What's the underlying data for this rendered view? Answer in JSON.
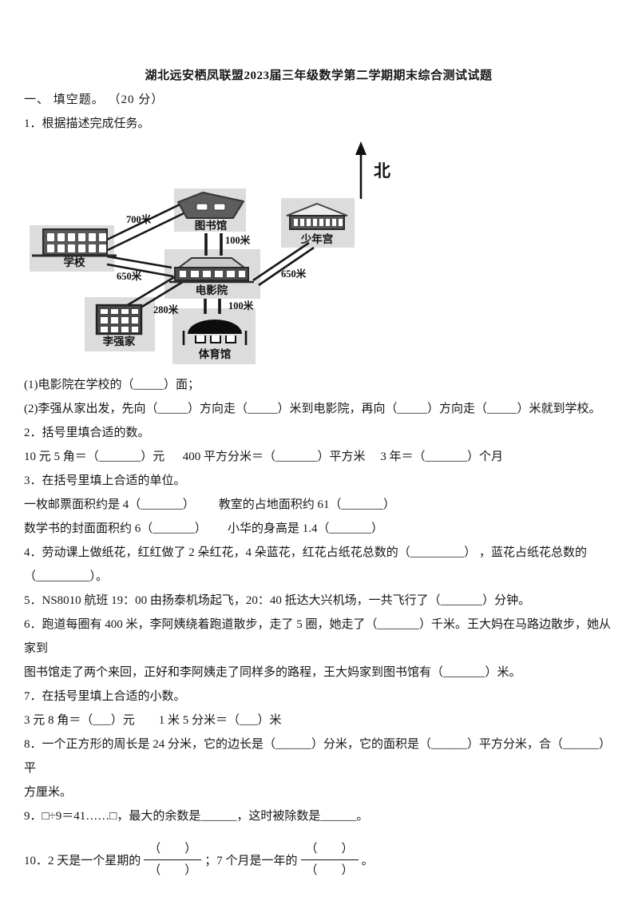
{
  "title": "湖北远安栖凤联盟2023届三年级数学第二学期期末综合测试试题",
  "section_heading": "一、 填空题。 （20 分）",
  "q1_text": "1．根据描述完成任务。",
  "diagram": {
    "north": "北",
    "labels": {
      "school": "学校",
      "library": "图书馆",
      "palace": "少年宫",
      "cinema": "电影院",
      "home": "李强家",
      "gym": "体育馆"
    },
    "distances": {
      "school_library": "700米",
      "library_cinema": "100米",
      "school_cinema": "650米",
      "cinema_palace": "650米",
      "home_cinema": "280米",
      "cinema_gym": "100米"
    }
  },
  "body": {
    "lines": [
      "(1)电影院在学校的（_____）面；",
      "(2)李强从家出发，先向（_____）方向走（_____）米到电影院，再向（_____）方向走（_____）米就到学校。",
      "2．括号里填合适的数。",
      "10 元 5 角＝（_______）元      400 平方分米＝（_______）平方米     3 年＝（_______）个月",
      "3．在括号里填上合适的单位。",
      "一枚邮票面积约是 4（_______）        教室的占地面积约 61（_______）",
      "数学书的封面面积约 6（_______）       小华的身高是 1.4（_______）",
      "4．劳动课上做纸花，红红做了 2 朵红花，4 朵蓝花，红花占纸花总数的（_________） ，蓝花占纸花总数的",
      "（_________）。",
      "5．NS8010 航班 19：00 由扬泰机场起飞，20：40 抵达大兴机场，一共飞行了（_______）分钟。",
      "6．跑道每圈有 400 米，李阿姨绕着跑道散步，走了 5 圈，她走了（_______）千米。王大妈在马路边散步，她从家到",
      "图书馆走了两个来回，正好和李阿姨走了同样多的路程，王大妈家到图书馆有（_______）米。",
      "7．在括号里填上合适的小数。",
      "3 元 8 角＝（___）元        1 米 5 分米＝（___）米",
      "8．一个正方形的周长是 24 分米，它的边长是（______）分米，它的面积是（______）平方分米，合（______）平",
      "方厘米。",
      "9．□÷9＝41……□，最大的余数是______，这时被除数是______。"
    ]
  },
  "q10": {
    "prefix": "10．2 天是一个星期的",
    "blank": "（　　）",
    "mid": "；7 个月是一年的",
    "suffix": "。"
  }
}
